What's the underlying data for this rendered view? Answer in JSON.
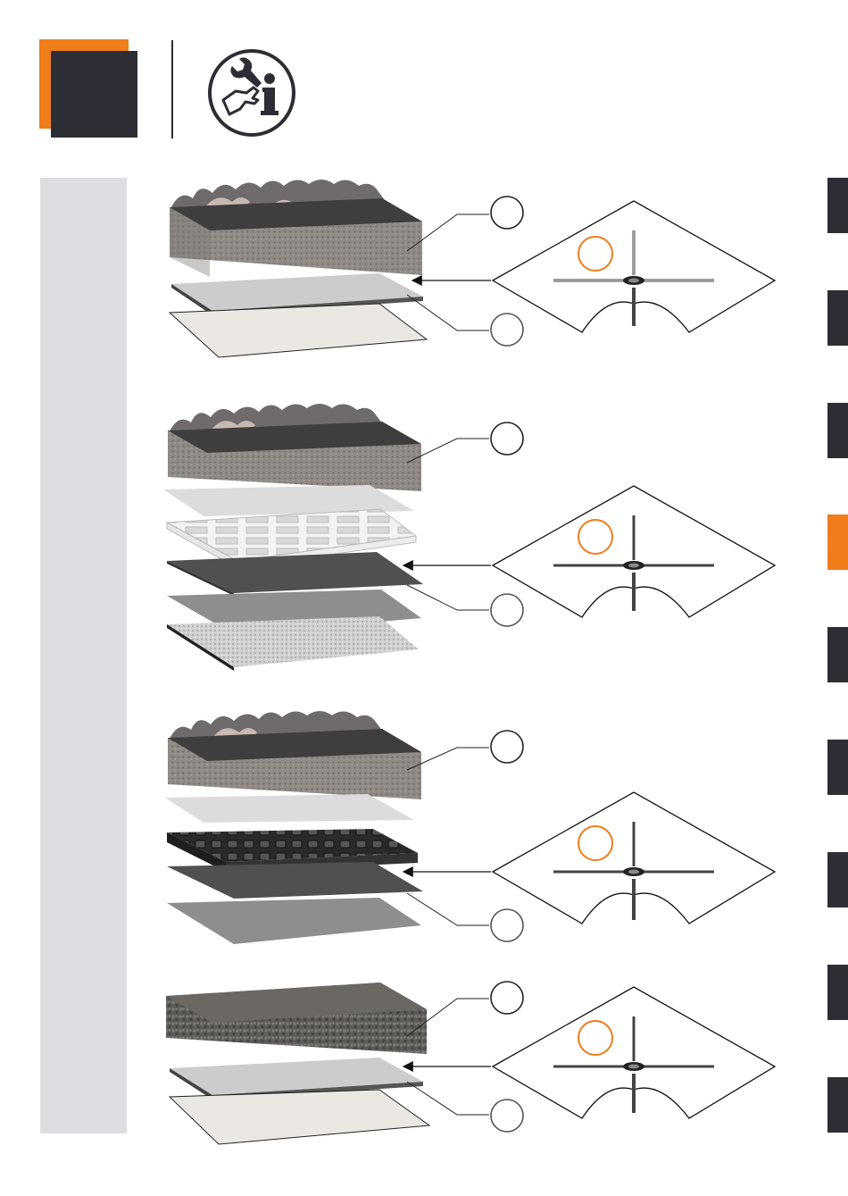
{
  "header": {
    "logo_icon": "orange-dark-square-logo",
    "info_icon": "wrench-hand-info-icon"
  },
  "colors": {
    "accent": "#ee7d1a",
    "dark": "#2d2e35",
    "panel": "#dcdee1"
  },
  "side_tabs": [
    {
      "active": false
    },
    {
      "active": false
    },
    {
      "active": false
    },
    {
      "active": true
    },
    {
      "active": false
    },
    {
      "active": false
    },
    {
      "active": false
    },
    {
      "active": false
    },
    {
      "active": false
    }
  ],
  "rows": [
    {
      "type": "green-roof-simple"
    },
    {
      "type": "green-roof-drainage-board"
    },
    {
      "type": "green-roof-cup-board"
    },
    {
      "type": "gravel-roof"
    }
  ]
}
